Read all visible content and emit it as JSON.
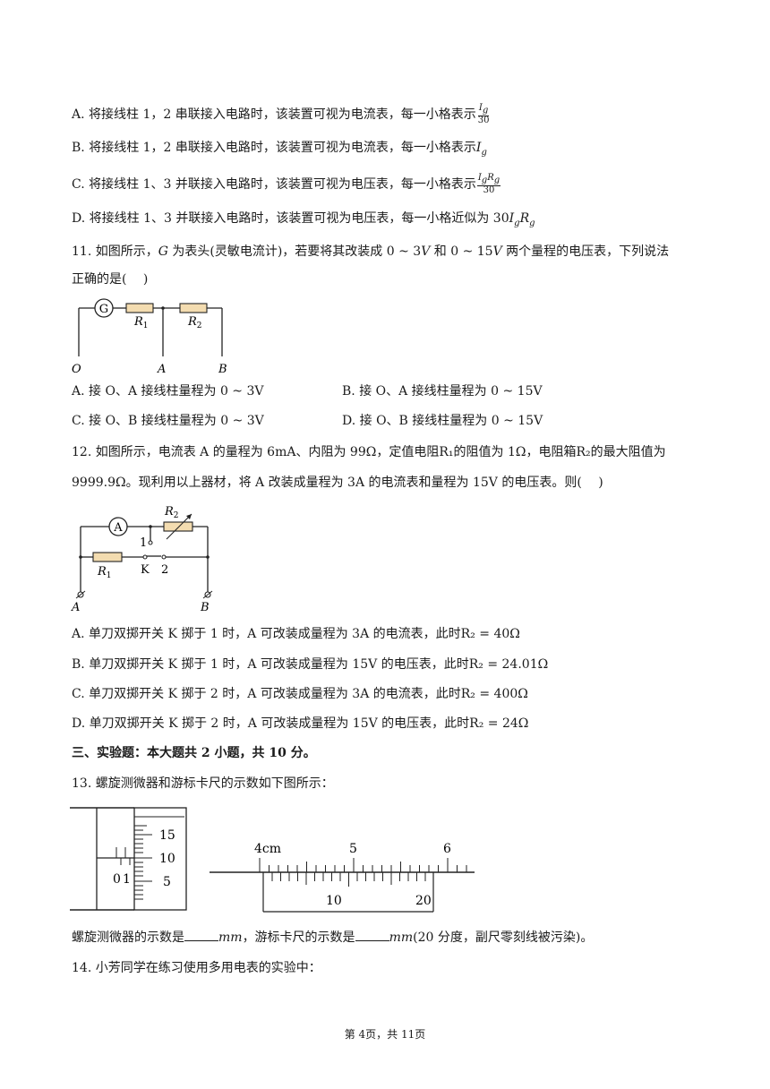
{
  "q10_options": {
    "A_pre": "A. 将接线柱 1，2 串联接入电路时，该装置可视为电流表，每一小格表示",
    "A_frac_num": "I",
    "A_frac_num_sub": "g",
    "A_frac_den": "30",
    "B_pre": "B. 将接线柱 1，2 串联接入电路时，该装置可视为电流表，每一小格表示",
    "B_math": "I",
    "B_sub": "g",
    "C_pre": "C. 将接线柱 1、3 并联接入电路时，该装置可视为电压表，每一小格表示",
    "C_frac_num1": "I",
    "C_frac_num1_sub": "g",
    "C_frac_num2": "R",
    "C_frac_num2_sub": "g",
    "C_frac_den": "30",
    "D_pre": "D. 将接线柱 1、3 并联接入电路时，该装置可视为电压表，每一小格近似为 ",
    "D_num": "30",
    "D_m1": "I",
    "D_m1_sub": "g",
    "D_m2": "R",
    "D_m2_sub": "g"
  },
  "q11": {
    "line1_a": "11. 如图所示，",
    "G": "G",
    "line1_b": " 为表头(灵敏电流计)，若要将其改装成 ",
    "range1": "0 ~ 3",
    "V1": "V",
    "line1_c": " 和 ",
    "range2": "0 ~ 15",
    "V2": "V",
    "line1_d": " 两个量程的电压表，下列说法",
    "line2": "正确的是(　 )",
    "fig": {
      "G": "G",
      "R1": "R",
      "R1_sub": "1",
      "R2": "R",
      "R2_sub": "2",
      "O": "O",
      "A": "A",
      "B": "B"
    },
    "opt_A": "A. 接 O、A 接线柱量程为 0 ~ 3V",
    "opt_B": "B. 接 O、A 接线柱量程为 0 ~ 15V",
    "opt_C": "C. 接 O、B 接线柱量程为 0 ~ 3V",
    "opt_D": "D. 接 O、B 接线柱量程为 0 ~ 15V"
  },
  "q12": {
    "line1": "12. 如图所示，电流表 A 的量程为 6mA、内阻为 99Ω，定值电阻R₁的阻值为 1Ω，电阻箱R₂的最大阻值为",
    "line2": "9999.9Ω。现利用以上器材，将 A 改装成量程为 3A 的电流表和量程为 15V 的电压表。则(　 )",
    "fig": {
      "A_meter": "A",
      "R2": "R",
      "R2_sub": "2",
      "R1": "R",
      "R1_sub": "1",
      "n1": "1",
      "K": "K",
      "n2": "2",
      "A": "A",
      "B": "B"
    },
    "opt_A": "A. 单刀双掷开关 K 掷于 1 时，A 可改装成量程为 3A 的电流表，此时R₂ = 40Ω",
    "opt_B": "B. 单刀双掷开关 K 掷于 1 时，A 可改装成量程为 15V 的电压表，此时R₂ = 24.01Ω",
    "opt_C": "C. 单刀双掷开关 K 掷于 2 时，A 可改装成量程为 3A 的电流表，此时R₂ = 400Ω",
    "opt_D": "D. 单刀双掷开关 K 掷于 2 时，A 可改装成量程为 15V 的电压表，此时R₂ = 24Ω"
  },
  "section3": "三、实验题：本大题共 2 小题，共 10 分。",
  "q13": {
    "line1": "13. 螺旋测微器和游标卡尺的示数如下图所示：",
    "micrometer": {
      "t15": "15",
      "t10": "10",
      "t5": "5",
      "t0": "0",
      "t1": "1"
    },
    "caliper": {
      "l4cm": "4cm",
      "l5": "5",
      "l6": "6",
      "l10": "10",
      "l20": "20"
    },
    "answer_a": "螺旋测微器的示数是",
    "unit1": "mm",
    "answer_b": "，游标卡尺的示数是",
    "unit2": "mm",
    "answer_c": "(20 分度，副尺零刻线被污染)。"
  },
  "q14": {
    "line1": "14. 小芳同学在练习使用多用电表的实验中："
  },
  "footer": "第 4页，共 11页"
}
